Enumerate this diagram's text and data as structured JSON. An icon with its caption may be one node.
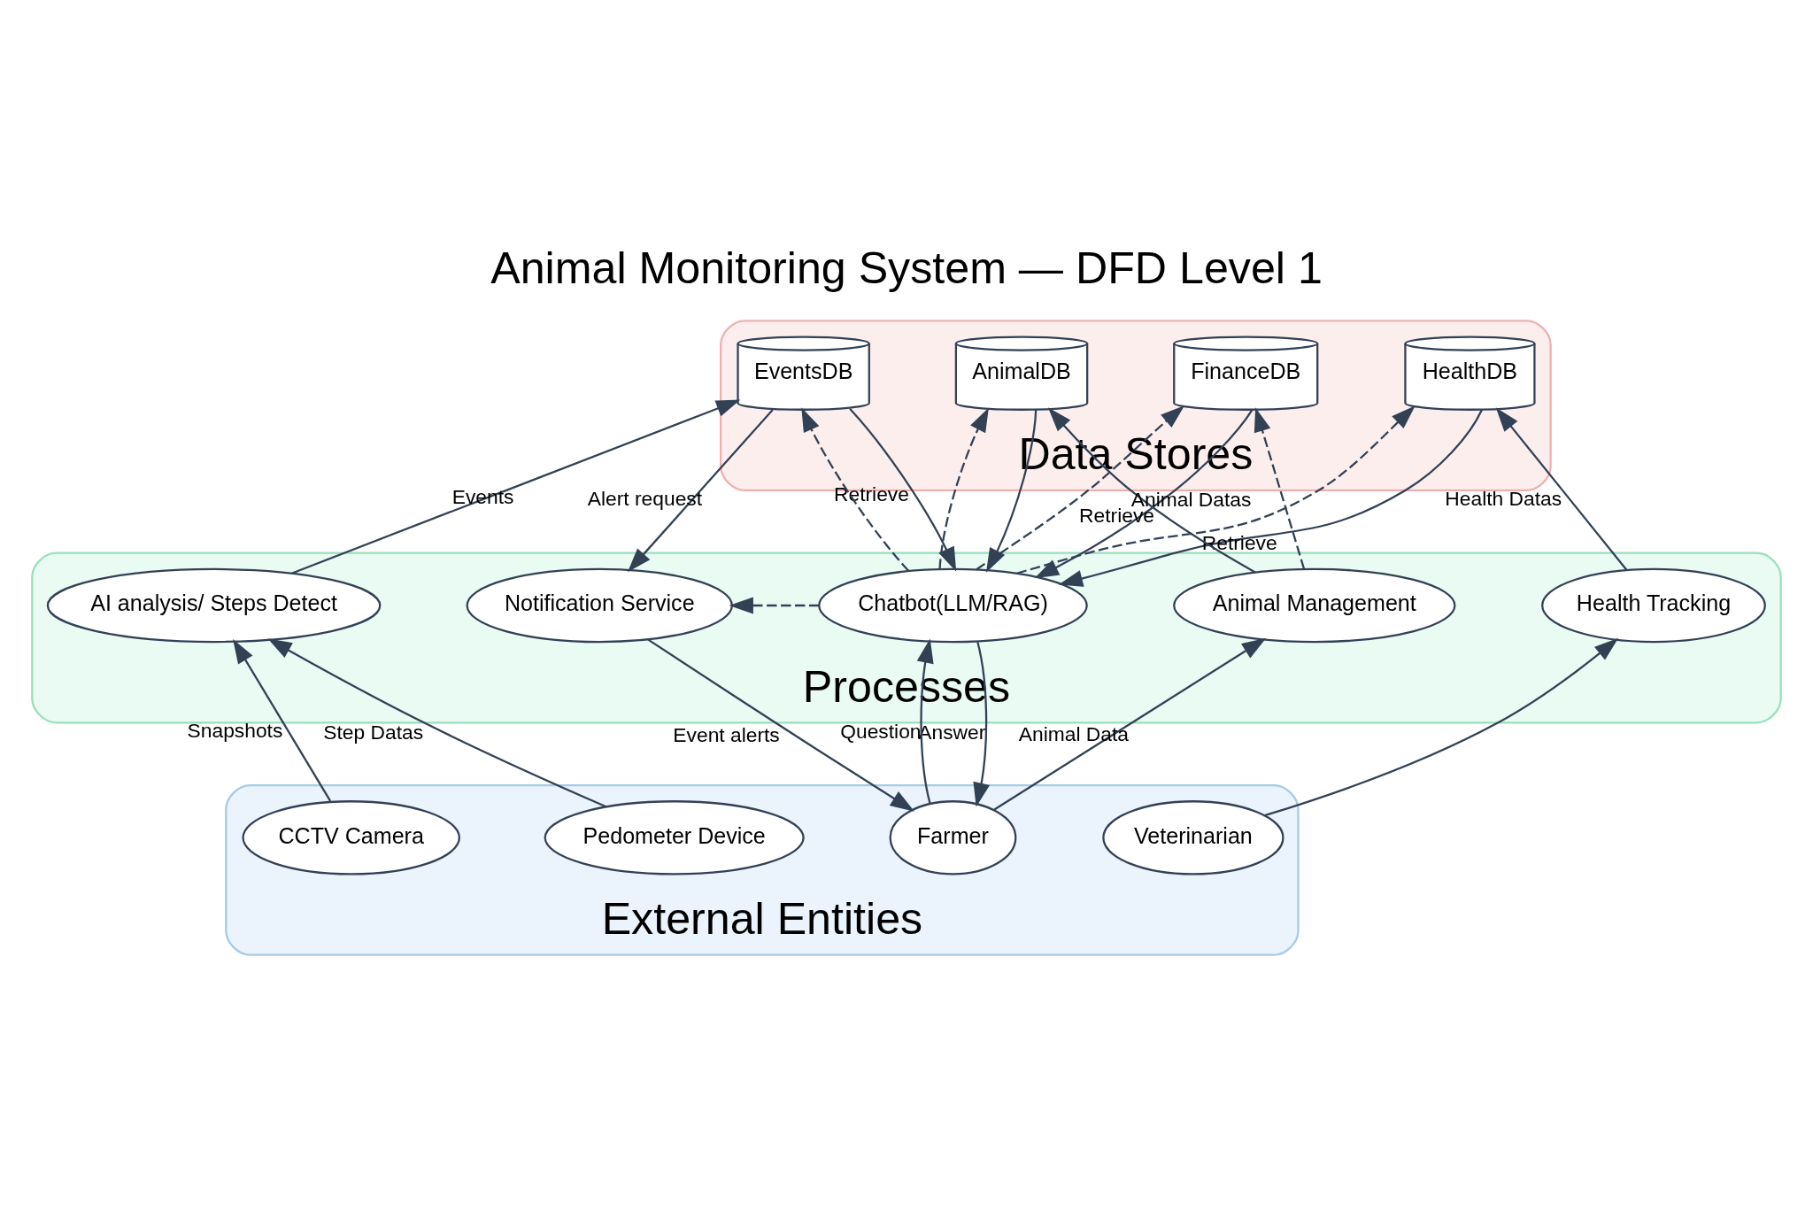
{
  "diagram": {
    "title": "Animal Monitoring System — DFD Level 1",
    "nodes": [
      {
        "text": [
          "Data Stores"
        ]
      },
      {
        "text": [
          "AnimalDB"
        ],
        "in": 0
      },
      {
        "text": [
          "HealthDB"
        ],
        "in": 0
      },
      {
        "text": [
          "FinanceDB"
        ],
        "in": 0
      },
      {
        "text": [
          "EventsDB"
        ],
        "in": 0
      },
      {
        "text": [
          "Processes"
        ]
      },
      {
        "text": [
          "Animal Management"
        ],
        "in": 5
      },
      {
        "text": [
          "Health Tracking"
        ],
        "in": 5
      },
      {
        "text": [
          "AI analysis/ Steps Detect"
        ],
        "in": 5
      },
      {
        "text": [
          "Notification Service"
        ],
        "in": 5
      },
      {
        "text": [
          "Chatbot(LLM/RAG)"
        ],
        "in": 5
      },
      {
        "text": [
          "External Entities"
        ]
      },
      {
        "text": [
          "Veterinarian"
        ],
        "in": 11
      },
      {
        "text": [
          "CCTV Camera"
        ],
        "in": 11
      },
      {
        "text": [
          "Pedometer Device"
        ],
        "in": 11
      },
      {
        "text": [
          "Farmer"
        ],
        "in": 11
      }
    ],
    "edges": [
      {
        "from": 6,
        "to": 1,
        "arrow": "to",
        "label": "Animal Datas"
      },
      {
        "from": 7,
        "to": 2,
        "arrow": "to",
        "label": "Health Datas"
      },
      {
        "from": 6,
        "to": 3,
        "arrow": "to",
        "style": "dashed"
      },
      {
        "from": 8,
        "to": 4,
        "arrow": "to",
        "label": "Events"
      },
      {
        "from": 1,
        "to": 10,
        "arrow": "to"
      },
      {
        "from": 10,
        "to": 1,
        "arrow": "to",
        "style": "dashed"
      },
      {
        "from": 10,
        "to": 2,
        "arrow": "to",
        "style": "dashed"
      },
      {
        "from": 2,
        "to": 10,
        "arrow": "to",
        "label": "Retrieve"
      },
      {
        "from": 3,
        "to": 10,
        "arrow": "to",
        "label": "Retrieve"
      },
      {
        "from": 10,
        "to": 3,
        "arrow": "to",
        "style": "dashed"
      },
      {
        "from": 4,
        "to": 9,
        "arrow": "to",
        "label": "Alert request"
      },
      {
        "from": 10,
        "to": 9,
        "arrow": "to",
        "style": "dashed"
      },
      {
        "from": 10,
        "to": 4,
        "arrow": "to",
        "style": "dashed"
      },
      {
        "from": 4,
        "to": 10,
        "arrow": "to",
        "label": "Retrieve"
      },
      {
        "from": 14,
        "to": 8,
        "arrow": "to",
        "label": "Step Datas"
      },
      {
        "from": 13,
        "to": 8,
        "arrow": "to",
        "label": "Snapshots"
      },
      {
        "from": 12,
        "to": 7,
        "arrow": "to"
      },
      {
        "from": 15,
        "to": 6,
        "arrow": "to",
        "label": "Animal Data"
      },
      {
        "from": 9,
        "to": 15,
        "arrow": "to",
        "label": "Event alerts"
      },
      {
        "from": 15,
        "to": 10,
        "arrow": "to",
        "label": "Question"
      },
      {
        "from": 10,
        "to": 15,
        "arrow": "to",
        "label": "Answer"
      }
    ]
  }
}
